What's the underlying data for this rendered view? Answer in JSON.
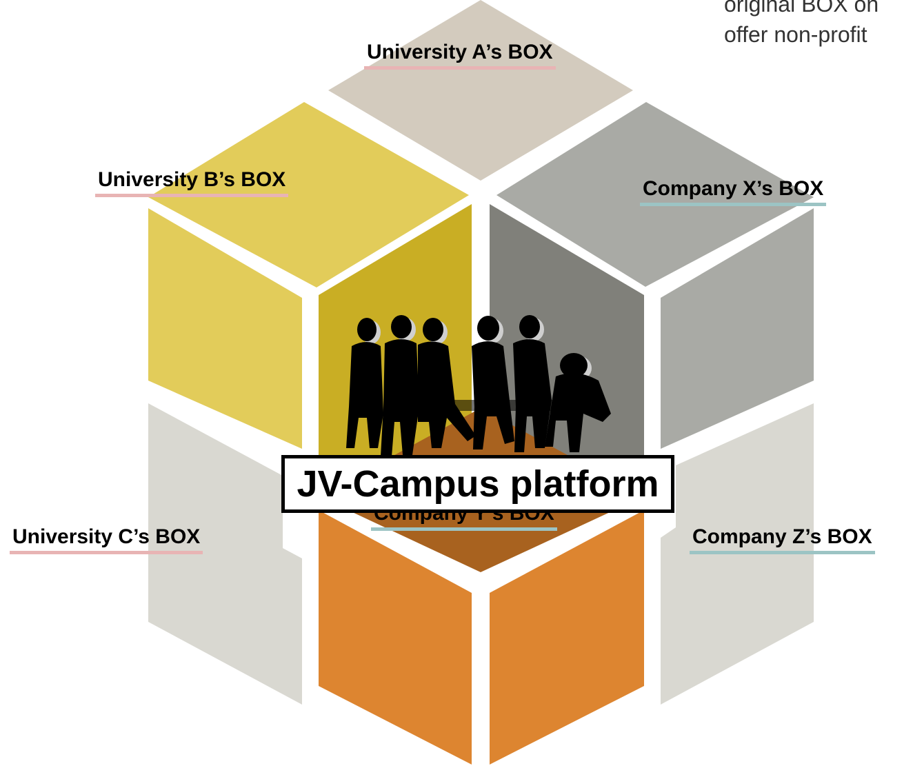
{
  "note": {
    "line1": "original BOX on",
    "line2": "offer non-profit"
  },
  "platform": {
    "label": "JV-Campus platform"
  },
  "boxes": [
    {
      "label": "University A’s BOX",
      "color": "#d3cbbe",
      "kind": "university"
    },
    {
      "label": "University B’s BOX",
      "color": "#e2cc5a",
      "kind": "university"
    },
    {
      "label": "University C’s BOX",
      "color": "#d9d8d1",
      "kind": "university"
    },
    {
      "label": "Company X’s BOX",
      "color": "#a9aaa5",
      "kind": "company"
    },
    {
      "label": "Company Y’s BOX",
      "color": "#dd8530",
      "kind": "company"
    },
    {
      "label": "Company Z’s BOX",
      "color": "#d9d8d1",
      "kind": "company"
    }
  ],
  "colors": {
    "inner_left": "#c9ae24",
    "inner_right": "#80807a",
    "inner_floor": "#a8621f",
    "university_underline": "#e8b4b4",
    "company_underline": "#9cc4c4",
    "silhouette": "#000000"
  },
  "icons": [
    "people-silhouette-icon"
  ]
}
